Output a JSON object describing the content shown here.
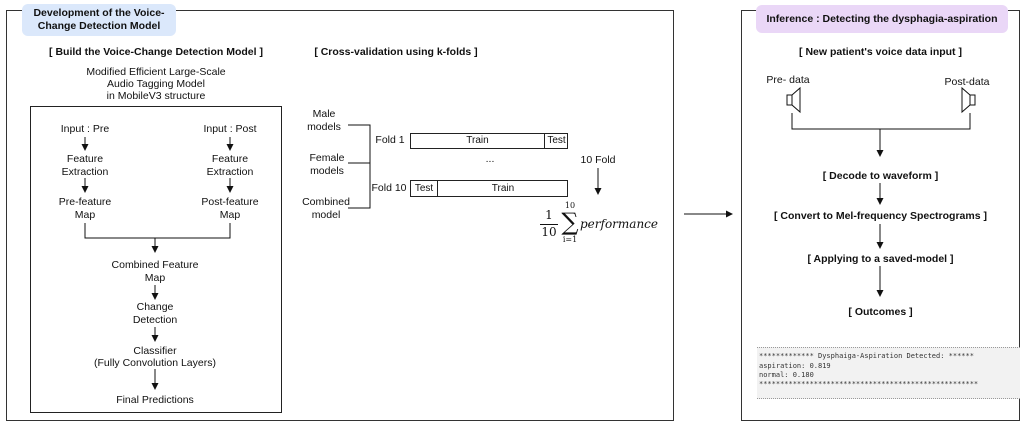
{
  "left_panel": {
    "title": "Development of the Voice-Change Detection Model",
    "build": {
      "heading": "[ Build the Voice-Change Detection Model ]",
      "model_desc": [
        "Modified Efficient Large-Scale",
        "Audio Tagging Model",
        "in MobileV3 structure"
      ],
      "input_pre": "Input : Pre",
      "input_post": "Input : Post",
      "feature_extraction_pre": "Feature Extraction",
      "feature_extraction_post": "Feature Extraction",
      "pre_feature_map": "Pre-feature Map",
      "post_feature_map": "Post-feature Map",
      "combined_map": "Combined Feature Map",
      "change_detection": "Change Detection",
      "classifier": "Classifier",
      "classifier_sub": "(Fully Convolution Layers)",
      "final_predictions": "Final Predictions"
    },
    "cv": {
      "heading": "[ Cross-validation using k-folds ]",
      "models": [
        "Male models",
        "Female models",
        "Combined model"
      ],
      "fold1_label": "Fold 1",
      "fold1_train": "Train",
      "fold1_test": "Test",
      "ellipsis": "...",
      "fold10_label": "Fold 10",
      "fold10_test": "Test",
      "fold10_train": "Train",
      "ten_fold": "10 Fold",
      "formula": {
        "frac_num": "1",
        "frac_den": "10",
        "sum_top": "10",
        "sum_symbol": "∑",
        "sum_bottom": "i=1",
        "term": "performance"
      }
    }
  },
  "right_panel": {
    "title": "Inference : Detecting the dysphagia-aspiration",
    "input_heading": "[ New patient's voice data input ]",
    "pre_data": "Pre- data",
    "post_data": "Post-data",
    "decode": "[ Decode to waveform ]",
    "convert": "[ Convert to Mel-frequency Spectrograms ]",
    "apply": "[ Applying to a saved-model ]",
    "outcomes": "[ Outcomes ]",
    "console_lines": [
      "************* Dysphaiga-Aspiration Detected: ******",
      "aspiration: 0.819",
      "normal: 0.180",
      "****************************************************"
    ]
  },
  "colors": {
    "left_title_bg": "#dbe8fb",
    "right_title_bg": "#ead7f7",
    "console_bg": "#f2f2f2",
    "stroke": "#222222"
  },
  "icons": [
    "speaker-icon-pre",
    "speaker-icon-post"
  ]
}
